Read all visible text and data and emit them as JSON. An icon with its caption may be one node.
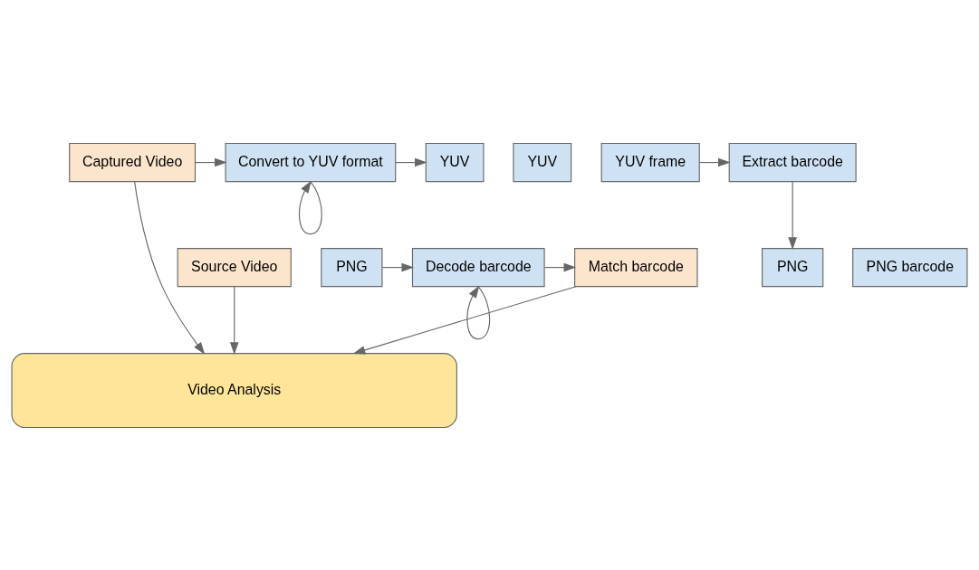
{
  "diagram": {
    "nodes": [
      {
        "text": [
          "Captured Video"
        ]
      },
      {
        "text": [
          "Convert to YUV format"
        ]
      },
      {
        "text": [
          "YUV"
        ]
      },
      {
        "text": [
          "YUV"
        ]
      },
      {
        "text": [
          "YUV frame"
        ]
      },
      {
        "text": [
          "Extract barcode"
        ]
      },
      {
        "text": [
          "PNG"
        ]
      },
      {
        "text": [
          "PNG"
        ]
      },
      {
        "text": [
          "PNG barcode"
        ]
      },
      {
        "text": [
          "Source Video"
        ]
      },
      {
        "text": [
          "Match barcode"
        ]
      },
      {
        "text": [
          "Decode barcode"
        ]
      },
      {
        "text": [
          "Video Analysis"
        ]
      }
    ],
    "edges": [
      {
        "from": 0,
        "to": 1,
        "arrow": "to"
      },
      {
        "from": 1,
        "to": 1,
        "arrow": "to"
      },
      {
        "from": 1,
        "to": 2,
        "arrow": "to"
      },
      {
        "from": 4,
        "to": 5,
        "arrow": "to"
      },
      {
        "from": 5,
        "to": 6,
        "arrow": "to"
      },
      {
        "from": 7,
        "to": 11,
        "arrow": "to"
      },
      {
        "from": 11,
        "to": 11,
        "arrow": "to"
      },
      {
        "from": 11,
        "to": 10,
        "arrow": "to"
      },
      {
        "from": 9,
        "to": 12,
        "arrow": "to"
      },
      {
        "from": 0,
        "to": 12,
        "arrow": "to"
      },
      {
        "from": 10,
        "to": 12,
        "arrow": "to"
      }
    ]
  }
}
